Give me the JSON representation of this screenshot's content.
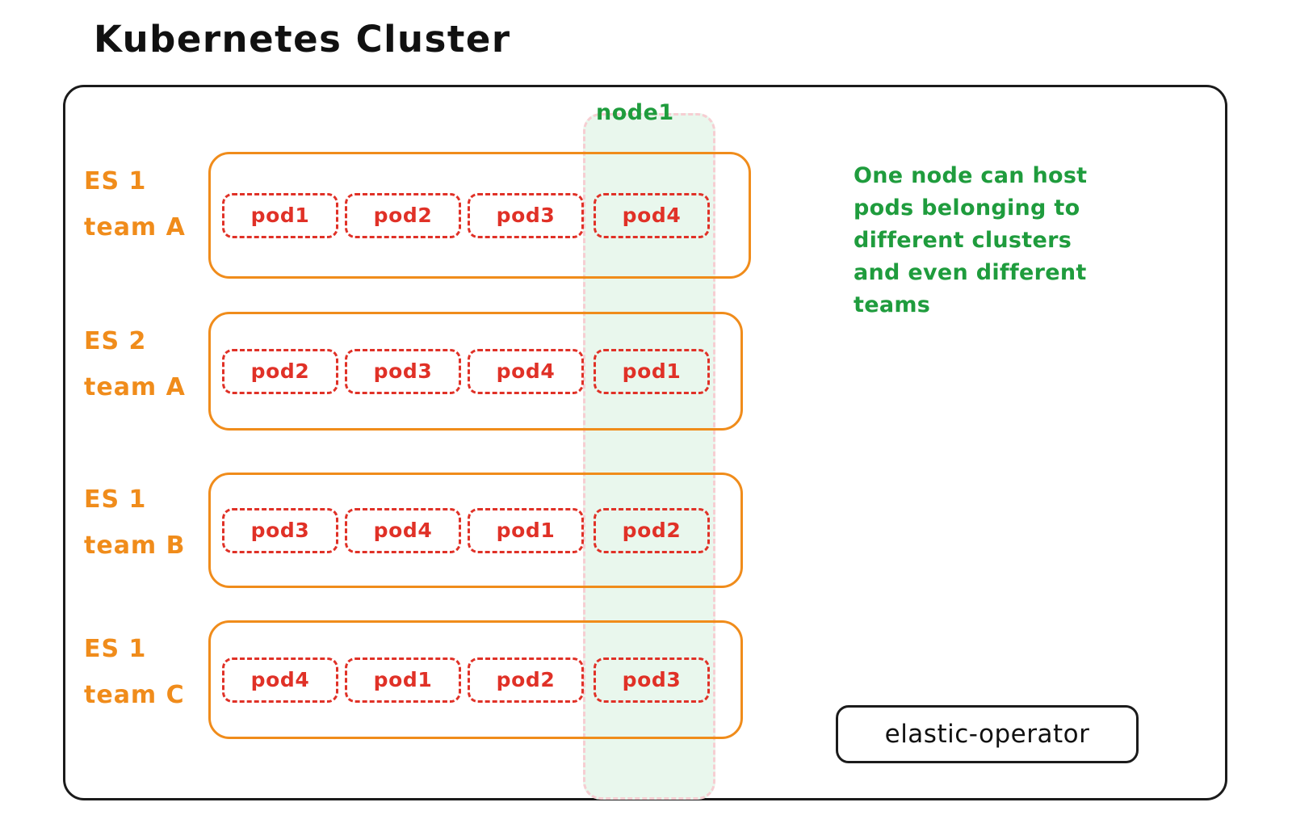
{
  "title": "Kubernetes Cluster",
  "node": {
    "label": "node1",
    "highlight_color": "#e9f7ed",
    "border_color": "#f6ced2",
    "label_color": "#1f9c3d"
  },
  "colors": {
    "cluster_border": "#1b1b1b",
    "es_border": "#f08c1b",
    "es_label": "#f08c1b",
    "pod_border": "#e03127",
    "pod_text": "#e03127",
    "note_text": "#1f9c3d"
  },
  "es_clusters": [
    {
      "name": "ES 1",
      "team": "team A",
      "pods": [
        "pod1",
        "pod2",
        "pod3",
        "pod4"
      ]
    },
    {
      "name": "ES 2",
      "team": "team A",
      "pods": [
        "pod2",
        "pod3",
        "pod4",
        "pod1"
      ]
    },
    {
      "name": "ES 1",
      "team": "team B",
      "pods": [
        "pod3",
        "pod4",
        "pod1",
        "pod2"
      ]
    },
    {
      "name": "ES 1",
      "team": "team C",
      "pods": [
        "pod4",
        "pod1",
        "pod2",
        "pod3"
      ]
    }
  ],
  "annotation": {
    "lines": [
      "One node can host",
      "pods belonging to",
      "different clusters",
      "and even different",
      "teams"
    ],
    "text": "One node can host pods belonging to different clusters and even different teams"
  },
  "operator": {
    "label": "elastic-operator"
  }
}
